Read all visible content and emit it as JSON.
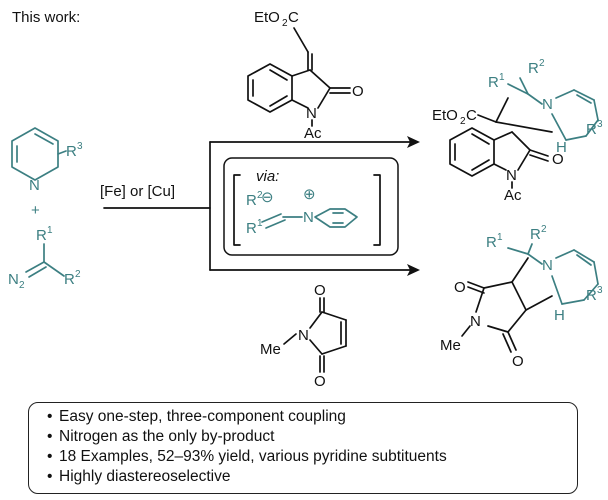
{
  "title": "This work:",
  "conditions": "[Fe] or [Cu]",
  "via_label": "via:",
  "plus": "+",
  "labels": {
    "r1": "R",
    "r2": "R",
    "r3": "R",
    "sup1": "1",
    "sup2": "2",
    "sup3": "3",
    "n": "N",
    "o": "O",
    "h": "H",
    "ac": "Ac",
    "me": "Me",
    "ester": "EtO",
    "ester_sub": "2",
    "ester_c": "C",
    "n2": "N",
    "n2_sub": "2",
    "minus": "⊖",
    "plus_charge": "⊕"
  },
  "highlights": [
    "Easy one-step, three-component coupling",
    "Nitrogen as the only by-product",
    "18 Examples, 52–93% yield, various pyridine subtituents",
    "Highly diastereoselective"
  ],
  "colors": {
    "accent": "#3c7f82",
    "ink": "#111111"
  }
}
